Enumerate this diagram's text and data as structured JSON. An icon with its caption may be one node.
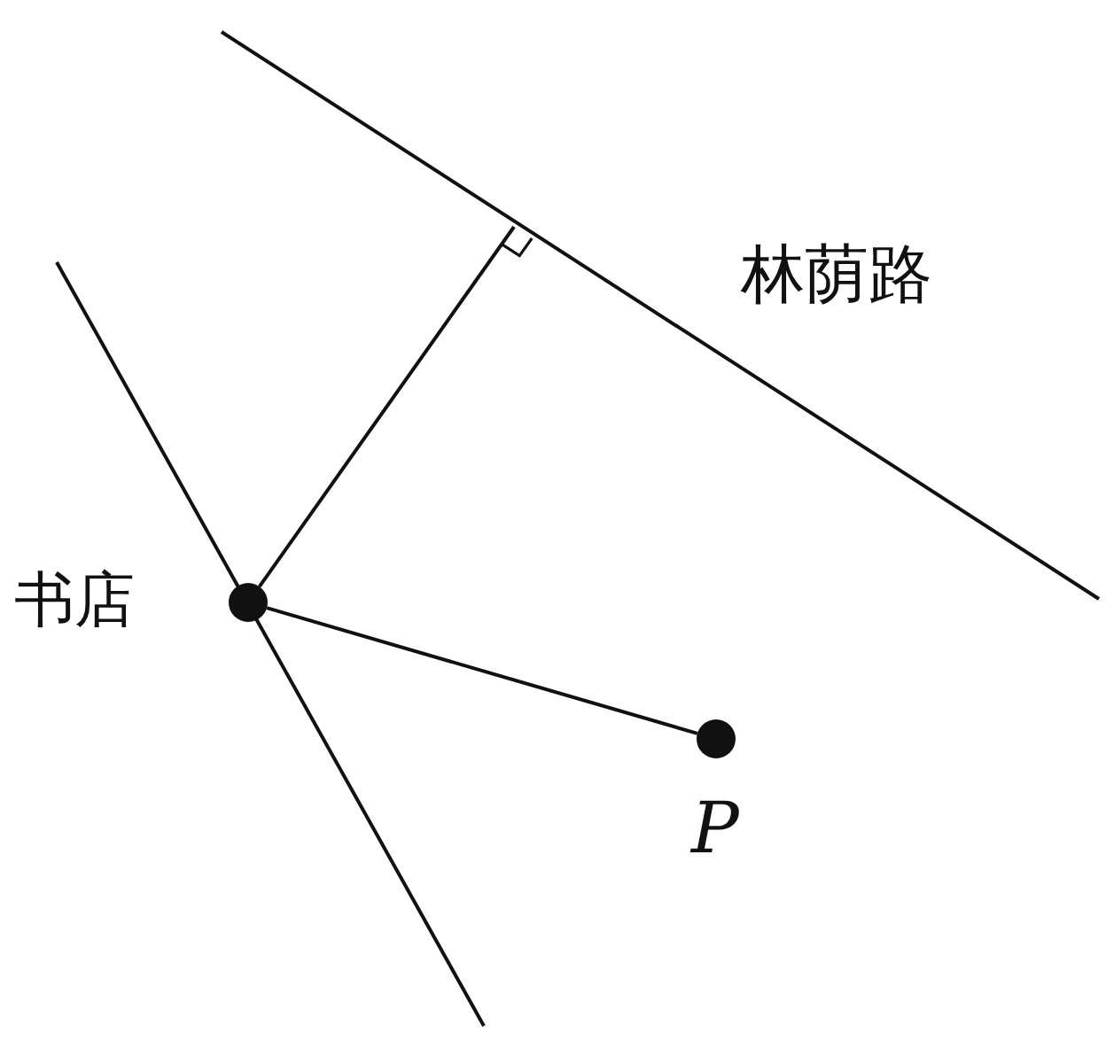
{
  "diagram": {
    "nodes": [
      {
        "text": [],
        "shape": "circle",
        "beside": [
          "书店"
        ]
      },
      {
        "text": [],
        "shape": "circle",
        "beside": [
          "P"
        ]
      }
    ],
    "edges": [
      {
        "from": 0,
        "to": null,
        "arrow": "none"
      },
      {
        "from": 0,
        "to": 1,
        "arrow": "none"
      }
    ],
    "labels": [
      "林荫路"
    ]
  }
}
